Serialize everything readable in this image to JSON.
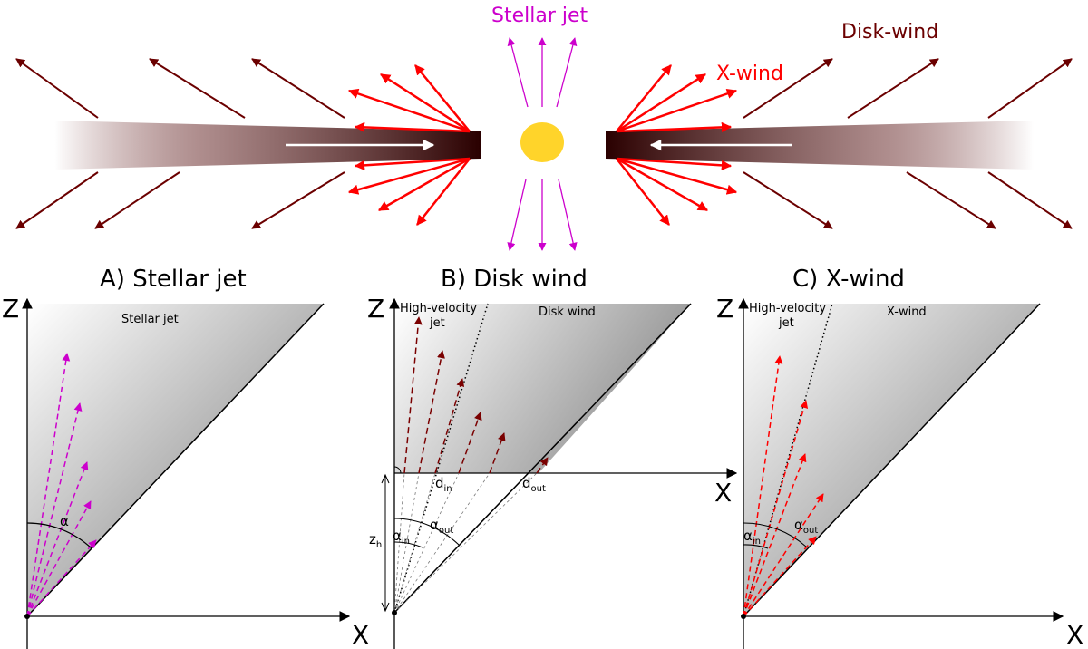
{
  "top": {
    "stellar_jet_label": "Stellar jet",
    "x_wind_label": "X-wind",
    "disk_wind_label": "Disk-wind"
  },
  "panel_a": {
    "title": "A) Stellar jet",
    "region_label": "Stellar jet",
    "angle_label": "α",
    "axis_z": "Z",
    "axis_x": "X"
  },
  "panel_b": {
    "title": "B) Disk wind",
    "hv_jet_line1": "High-velocity",
    "hv_jet_line2": "jet",
    "region_label": "Disk wind",
    "d_in": "d",
    "d_in_sub": "in",
    "d_out": "d",
    "d_out_sub": "out",
    "alpha_in": "α",
    "alpha_in_sub": "in",
    "alpha_out": "α",
    "alpha_out_sub": "out",
    "z_h": "z",
    "z_h_sub": "h",
    "axis_z": "Z",
    "axis_x": "X"
  },
  "panel_c": {
    "title": "C) X-wind",
    "hv_jet_line1": "High-velocity",
    "hv_jet_line2": "jet",
    "region_label": "X-wind",
    "alpha_in": "α",
    "alpha_in_sub": "in",
    "alpha_out": "α",
    "alpha_out_sub": "out",
    "axis_z": "Z",
    "axis_x": "X"
  },
  "colors": {
    "stellar_jet": "#cc00cc",
    "x_wind": "#ff0000",
    "disk_wind": "#6b0000",
    "star": "#ffd42a",
    "disk_dark": "#2a0000"
  }
}
